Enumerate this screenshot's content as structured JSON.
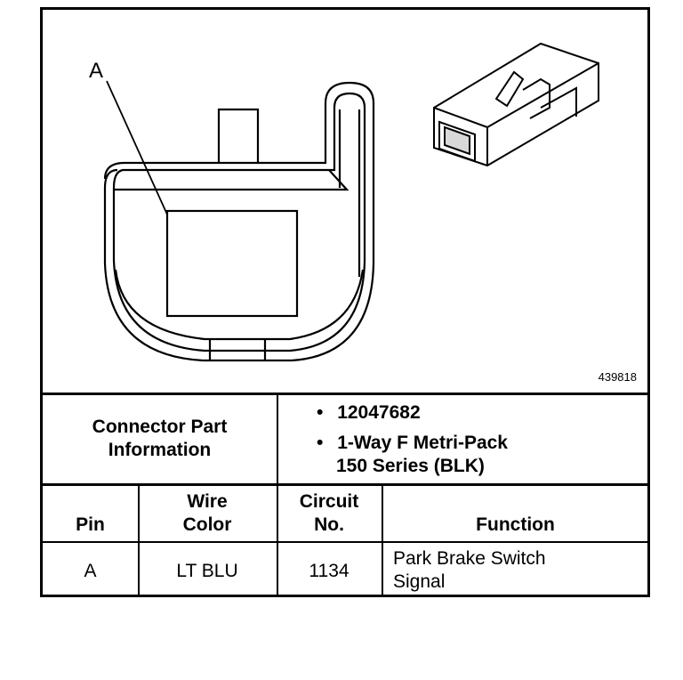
{
  "diagram": {
    "pin_callout": "A",
    "figure_number": "439818"
  },
  "info": {
    "header": "Connector Part Information",
    "header_line1": "Connector Part",
    "header_line2": "Information",
    "bullet_glyph": "•",
    "part_number": "12047682",
    "description_line1": "1-Way F Metri-Pack",
    "description_line2": "150 Series (BLK)"
  },
  "table": {
    "headers": {
      "pin": "Pin",
      "wire_color_line1": "Wire",
      "wire_color_line2": "Color",
      "circuit_line1": "Circuit",
      "circuit_line2": "No.",
      "function": "Function"
    },
    "rows": [
      {
        "pin": "A",
        "wire_color": "LT BLU",
        "circuit": "1134",
        "function_line1": "Park Brake Switch",
        "function_line2": "Signal"
      }
    ]
  }
}
